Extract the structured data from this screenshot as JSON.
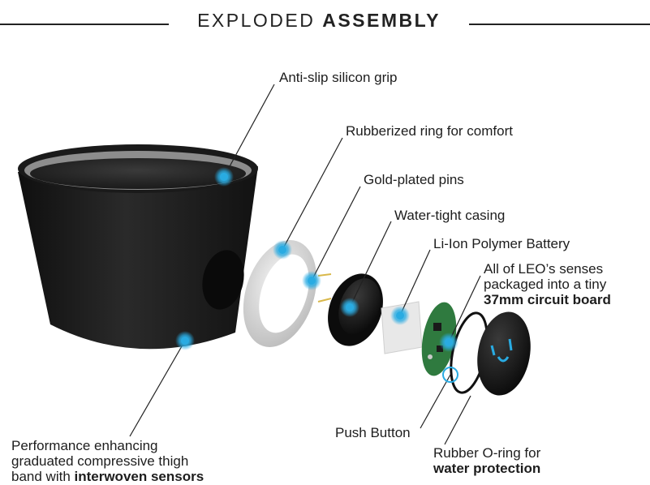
{
  "title": {
    "light": "EXPLODED",
    "bold": "ASSEMBLY"
  },
  "labels": {
    "grip": "Anti-slip silicon grip",
    "ring": "Rubberized ring for comfort",
    "pins": "Gold-plated pins",
    "casing": "Water-tight casing",
    "battery": "Li-Ion Polymer Battery",
    "board_line1": "All of LEO’s senses",
    "board_line2": "packaged into a tiny",
    "board_bold": "37mm circuit board",
    "button": "Push Button",
    "oring_line1": "Rubber O-ring for",
    "oring_bold": "water protection",
    "band_line1": "Performance enhancing",
    "band_line2": "graduated compressive thigh",
    "band_line3": "band with ",
    "band_bold": "interwoven sensors"
  },
  "colors": {
    "accent": "#29abe2",
    "band": "#1c1c1c",
    "text": "#1d1d1d"
  }
}
